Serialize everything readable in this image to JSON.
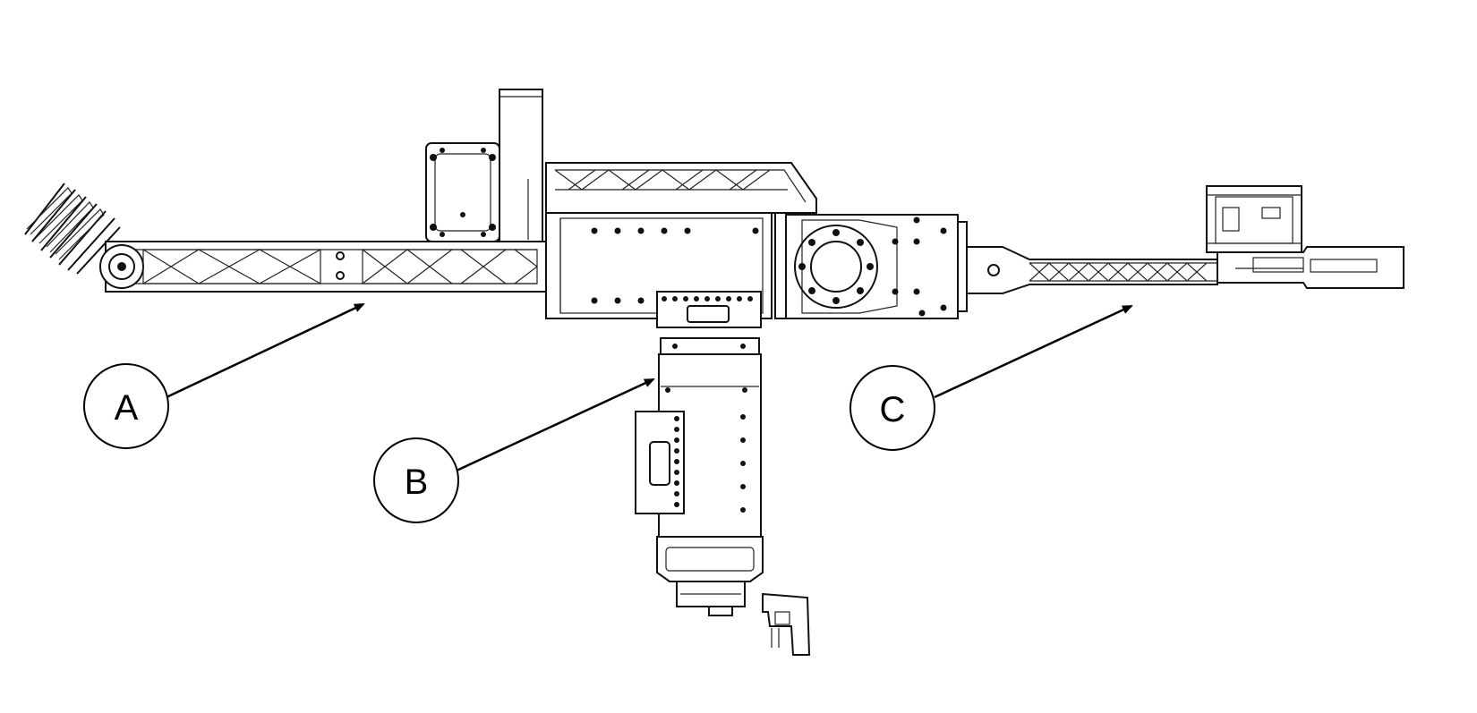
{
  "callouts": [
    {
      "id": "a",
      "label": "A"
    },
    {
      "id": "b",
      "label": "B"
    },
    {
      "id": "c",
      "label": "C"
    }
  ],
  "colors": {
    "line": "#111111",
    "background": "#ffffff"
  }
}
